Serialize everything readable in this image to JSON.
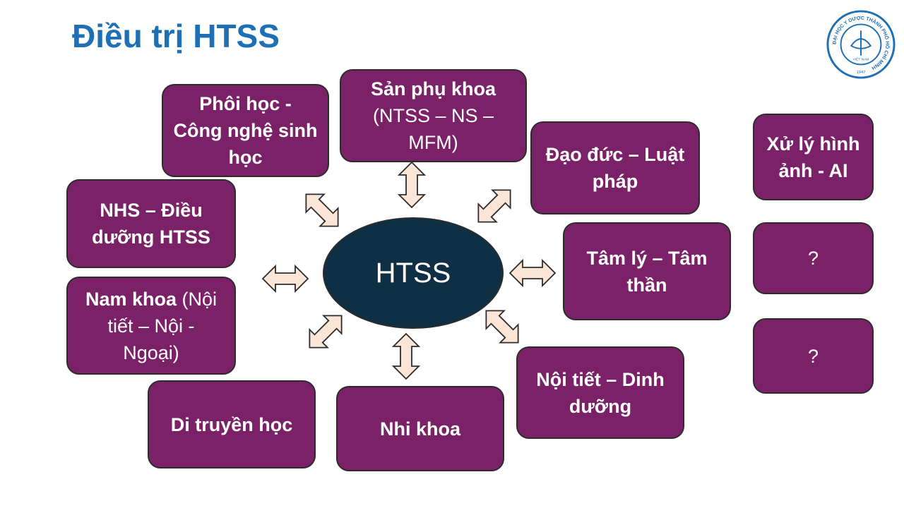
{
  "title": "Điều trị HTSS",
  "logo": {
    "ring_text": "ĐẠI HỌC Y DƯỢC THÀNH PHỐ HỒ CHÍ MINH",
    "country": "VIỆT NAM",
    "year": "1947",
    "color": "#1f6fb5"
  },
  "hub": {
    "label": "HTSS"
  },
  "nodes": {
    "san_phu_khoa": {
      "bold": "Sản phụ khoa",
      "normal": "(NTSS – NS – MFM)"
    },
    "phoi_hoc": {
      "bold": "Phôi học - Công nghệ sinh học"
    },
    "dao_duc": {
      "bold": "Đạo đức – Luật pháp"
    },
    "xu_ly_hinh_anh": {
      "bold": "Xử lý hình ảnh - AI"
    },
    "nhs": {
      "bold": "NHS – Điều dưỡng HTSS"
    },
    "tam_ly": {
      "bold": "Tâm lý – Tâm thần"
    },
    "unknown_1": {
      "normal": "?"
    },
    "nam_khoa": {
      "bold": "Nam khoa",
      "normal": "(Nội tiết – Nội - Ngoại)"
    },
    "unknown_2": {
      "normal": "?"
    },
    "noi_tiet": {
      "bold": "Nội tiết – Dinh dưỡng"
    },
    "di_truyen": {
      "bold": "Di truyền học"
    },
    "nhi_khoa": {
      "bold": "Nhi khoa"
    }
  },
  "colors": {
    "title": "#1f6fb5",
    "node_fill": "#7b2168",
    "hub_fill": "#0e2f44",
    "arrow_fill": "#fbe5d6",
    "outline": "#2c2c2c"
  }
}
